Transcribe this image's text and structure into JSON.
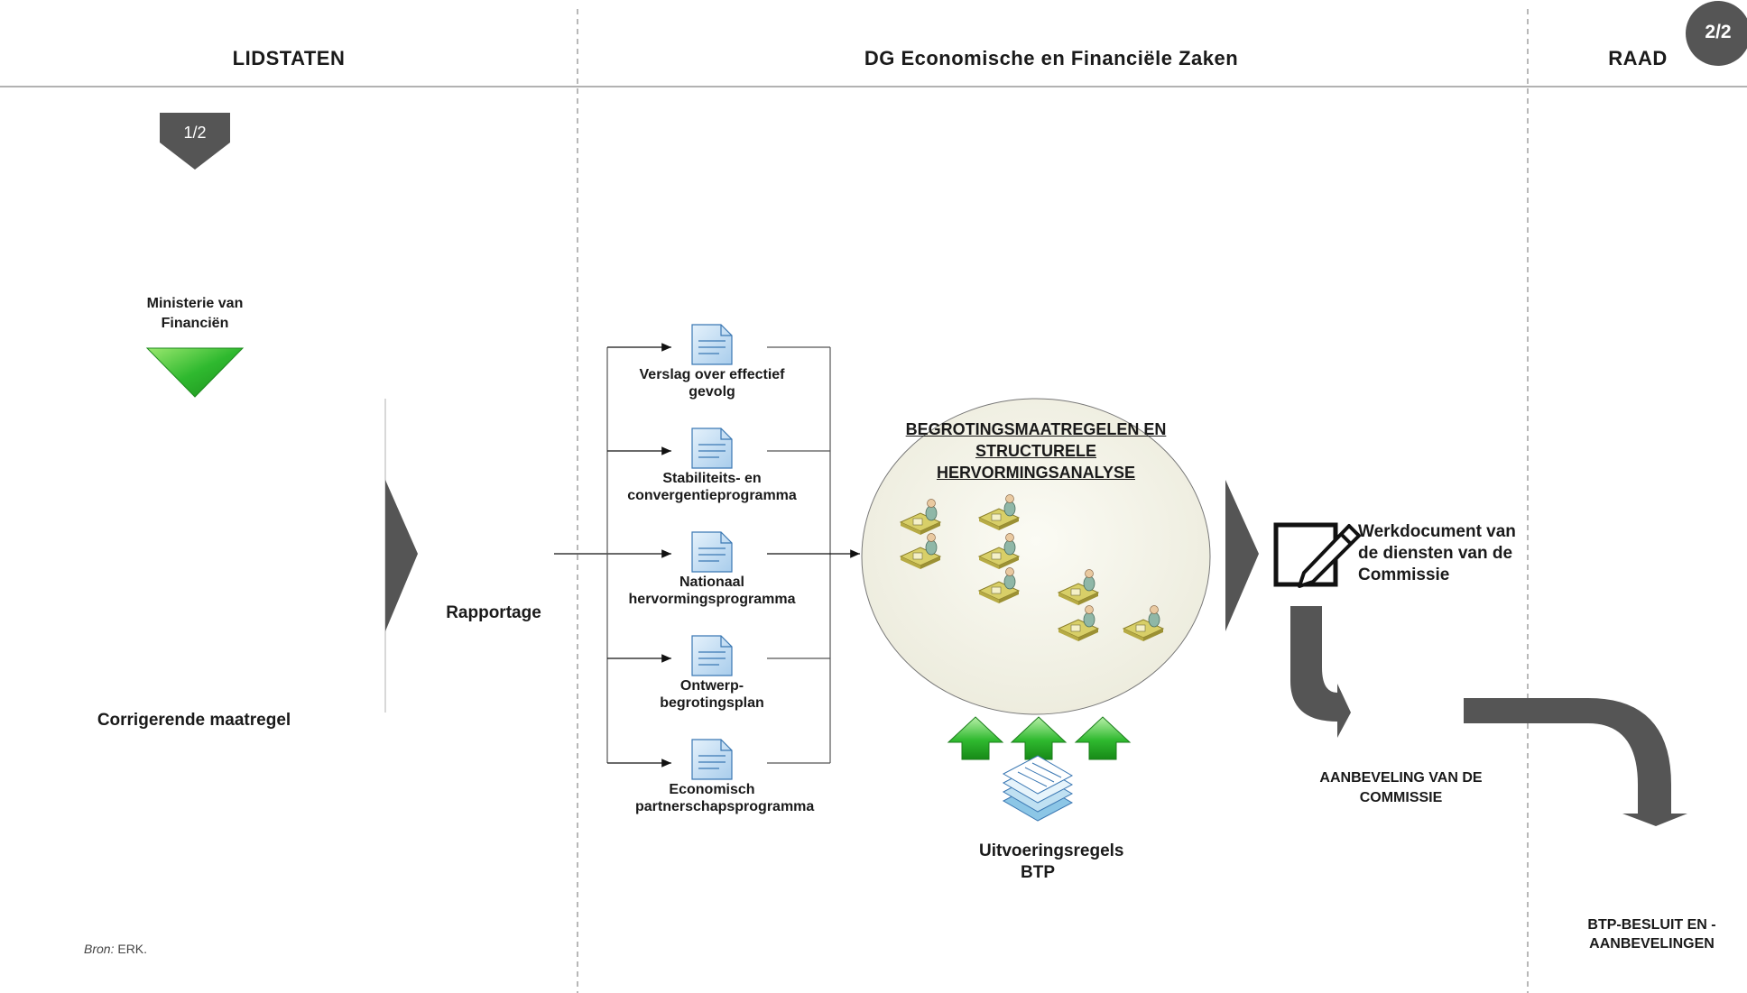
{
  "badges": {
    "left": "1/2",
    "right": "2/2"
  },
  "columns": {
    "left": "LIDSTATEN",
    "middle": "DG Economische en Financiële Zaken",
    "right": "RAAD"
  },
  "ministry": "Ministerie van Financiën",
  "corrective": "Corrigerende maatregel",
  "reporting": "Rapportage",
  "documents": [
    "Verslag over effectief gevolg",
    "Stabiliteits- en convergentieprogramma",
    "Nationaal hervormingsprogramma",
    "Ontwerp-begrotingsplan",
    "Economisch partnerschapsprogramma"
  ],
  "analysis": "BEGROTINGSMAATREGELEN EN STRUCTURELE HERVORMINGSANALYSE",
  "rules": "Uitvoeringsregels BTP",
  "staff_document": "Werkdocument van de diensten van de Commissie",
  "recommendation": "AANBEVELING VAN DE COMMISSIE",
  "council_decision": "BTP-BESLUIT EN -AANBEVELINGEN",
  "source": {
    "prefix": "Bron:",
    "text": "ERK."
  },
  "colors": {
    "green": "#2fb92f",
    "dark_arrow": "#555555",
    "doc_blue": "#b8d6ef"
  }
}
